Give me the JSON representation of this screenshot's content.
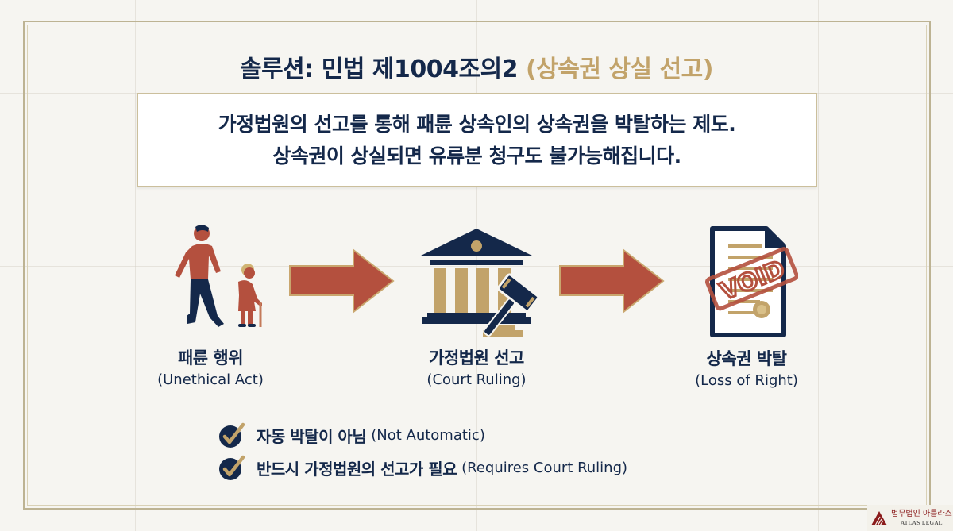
{
  "slide": {
    "title": {
      "main": "솔루션: 민법 제1004조의2 ",
      "accent": "(상속권 상실 선고)"
    },
    "summary": {
      "line1": "가정법원의 선고를 통해 패륜 상속인의 상속권을 박탈하는 제도.",
      "line2": "상속권이 상실되면 유류분 청구도 불가능해집니다."
    },
    "steps": [
      {
        "icon": "walking-away-figures-icon",
        "label_ko": "패륜 행위",
        "label_en": "(Unethical Act)"
      },
      {
        "icon": "courthouse-gavel-icon",
        "label_ko": "가정법원 선고",
        "label_en": "(Court Ruling)"
      },
      {
        "icon": "void-document-icon",
        "label_ko": "상속권 박탈",
        "label_en": "(Loss of Right)",
        "stamp_text": "VOID"
      }
    ],
    "arrows": [
      "right-arrow-icon",
      "right-arrow-icon"
    ],
    "checklist": [
      {
        "ko": "자동 박탈이 아님",
        "en": "(Not Automatic)"
      },
      {
        "ko": "반드시 가정법원의 선고가 필요",
        "en": "(Requires Court Ruling)"
      }
    ]
  },
  "logo": {
    "name_ko": "법무법인 아틀라스",
    "name_en": "ATLAS LEGAL"
  },
  "colors": {
    "navy": "#14284a",
    "gold": "#c2a36a",
    "terracotta": "#b4503e",
    "background": "#f6f5f1",
    "frame": "#bdb393"
  }
}
